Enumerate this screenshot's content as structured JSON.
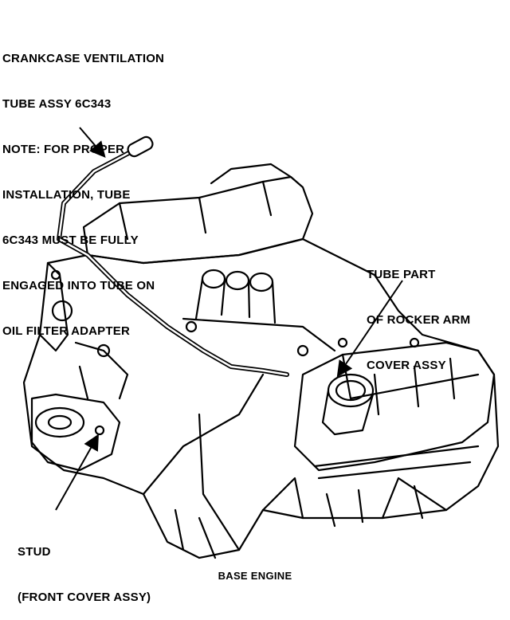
{
  "callouts": {
    "ventilation_tube": {
      "lines": [
        "CRANKCASE VENTILATION",
        "TUBE ASSY 6C343",
        "NOTE: FOR PROPER",
        "INSTALLATION, TUBE",
        "6C343 MUST BE FULLY",
        "ENGAGED INTO TUBE ON",
        "OIL FILTER ADAPTER"
      ]
    },
    "rocker_tube": {
      "lines": [
        "TUBE PART",
        "OF ROCKER ARM",
        "COVER ASSY"
      ]
    },
    "stud": {
      "lines": [
        "STUD",
        "(FRONT COVER ASSY)"
      ]
    }
  },
  "caption": "BASE ENGINE",
  "colors": {
    "ink": "#000000",
    "paper": "#ffffff"
  }
}
